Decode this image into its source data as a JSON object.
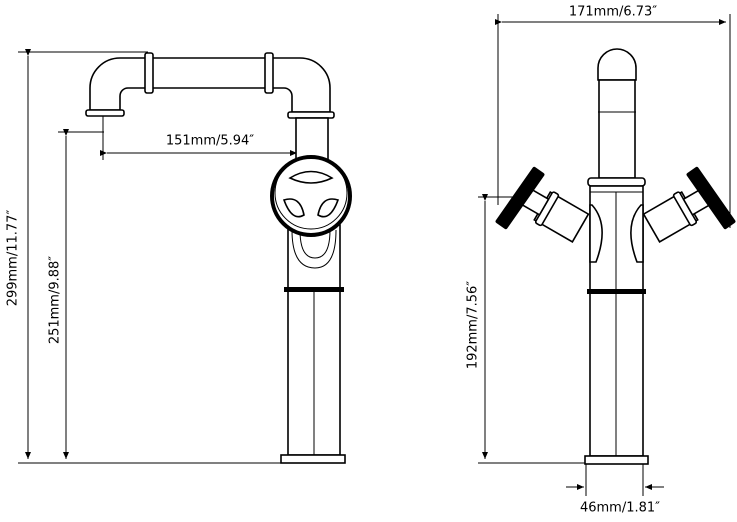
{
  "side_view": {
    "total_height": "299mm/11.77″",
    "spout_height": "251mm/9.88″",
    "spout_reach": "151mm/5.94″"
  },
  "front_view": {
    "total_width": "171mm/6.73″",
    "handle_height": "192mm/7.56″",
    "base_diameter": "46mm/1.81″"
  }
}
